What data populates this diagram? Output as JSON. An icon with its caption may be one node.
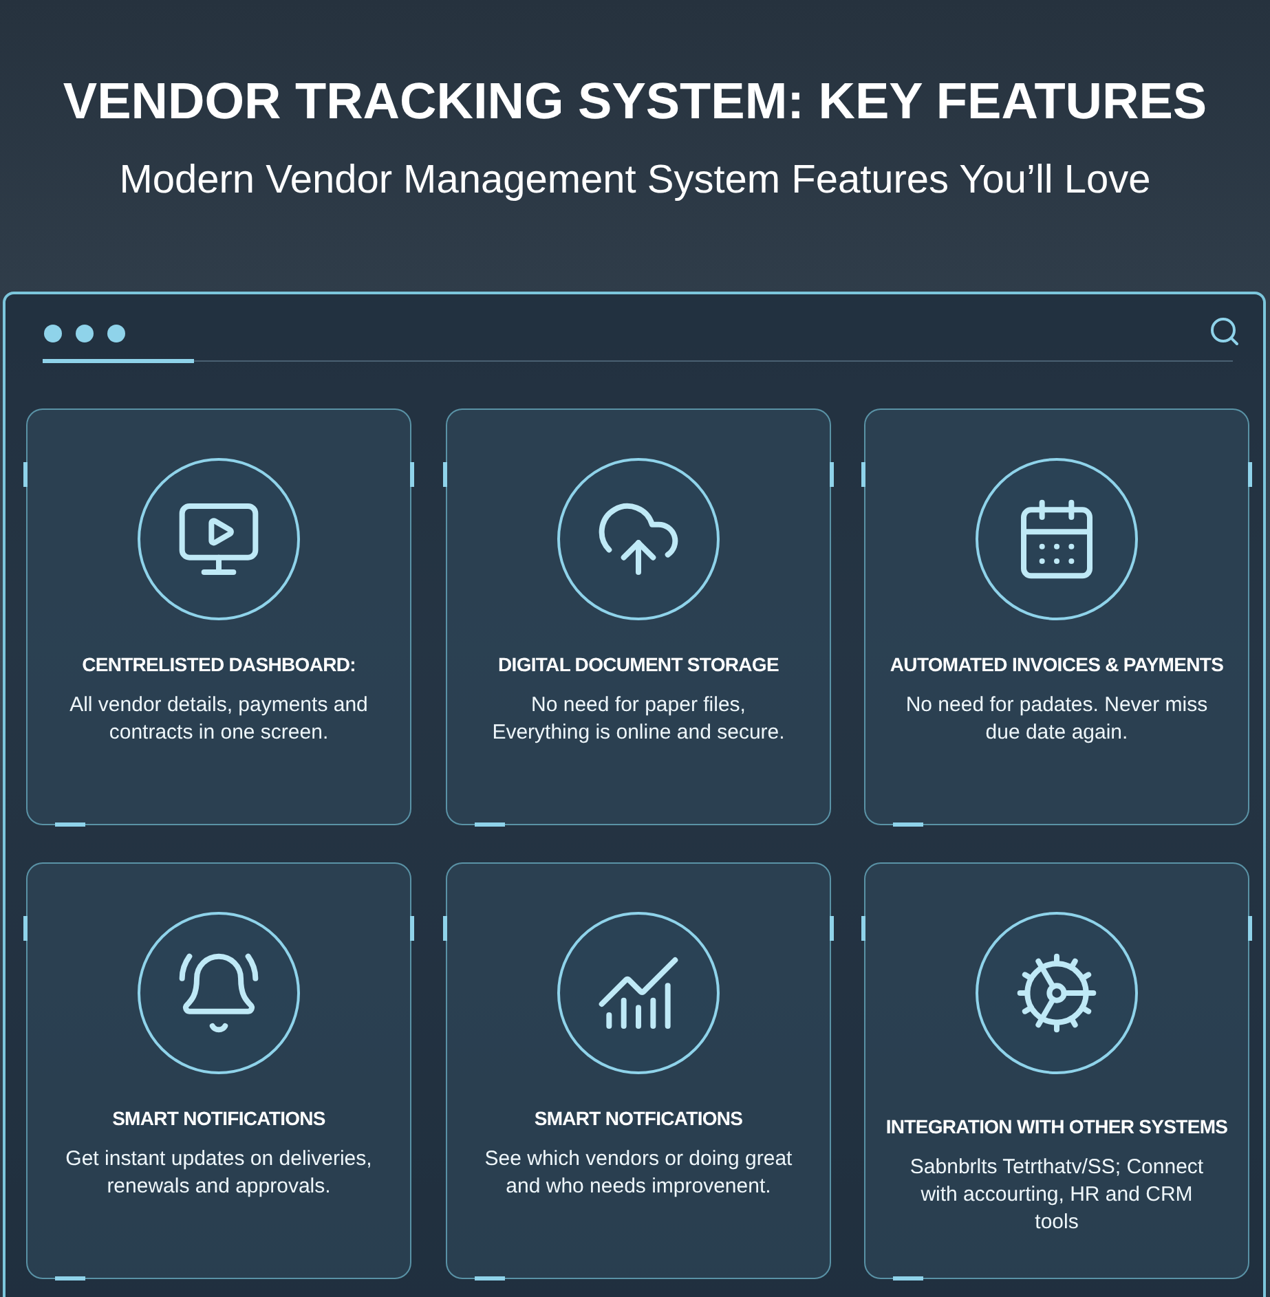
{
  "diagram": {
    "title": "VENDOR TRACKING SYSTEM: KEY FEATURES",
    "caption": "Modern Vendor Management System Features You’ll Love",
    "nodes": [
      {
        "text": [],
        "shape": "box"
      },
      {
        "text": [
          "CENTRELISTED DASHBOARD:",
          "All vendor details, payments and contracts in one screen."
        ],
        "in": 0
      },
      {
        "text": [
          "DIGITAL DOCUMENT STORAGE",
          "No need for paper files, Everything is online and secure."
        ],
        "in": 0
      },
      {
        "text": [
          "AUTOMATED INVOICES & PAYMENTS",
          "No need for padates. Never miss due date again."
        ],
        "in": 0
      },
      {
        "text": [
          "SMART NOTIFICATIONS",
          "Get instant updates on deliveries, renewals and approvals."
        ],
        "in": 0
      },
      {
        "text": [
          "SMART NOTFICATIONS",
          "See which vendors or doing great and who needs improvenent."
        ],
        "in": 0
      },
      {
        "text": [
          "INTEGRATION WITH OTHER SYSTEMS",
          "Sabnbrlts Tetrthatv/SS; Connect with accourting, HR and CRM tools"
        ],
        "in": 0
      }
    ],
    "edges": []
  }
}
